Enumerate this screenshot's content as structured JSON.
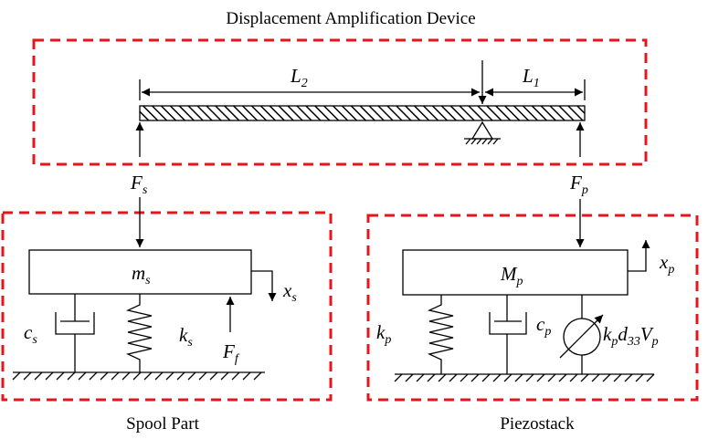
{
  "title": "Displacement Amplification Device",
  "labels": {
    "spool_part": "Spool Part",
    "piezostack": "Piezostack"
  },
  "symbols": {
    "L2": {
      "base": "L",
      "sub": "2"
    },
    "L1": {
      "base": "L",
      "sub": "1"
    },
    "Fs": {
      "base": "F",
      "sub": "s"
    },
    "Fp": {
      "base": "F",
      "sub": "p"
    },
    "ms": {
      "base": "m",
      "sub": "s"
    },
    "xs": {
      "base": "x",
      "sub": "s"
    },
    "cs": {
      "base": "c",
      "sub": "s"
    },
    "ks": {
      "base": "k",
      "sub": "s"
    },
    "Ff": {
      "base": "F",
      "sub": "f"
    },
    "Mp": {
      "base": "M",
      "sub": "p"
    },
    "xp": {
      "base": "x",
      "sub": "p"
    },
    "kp": {
      "base": "k",
      "sub": "p"
    },
    "cp": {
      "base": "c",
      "sub": "p"
    },
    "gain": {
      "k": "k",
      "k_sub": "p",
      "d": "d",
      "d_sub": "33",
      "v": "V",
      "v_sub": "p"
    }
  },
  "colors": {
    "dashed_box": "#e8141c",
    "line": "#000000"
  }
}
